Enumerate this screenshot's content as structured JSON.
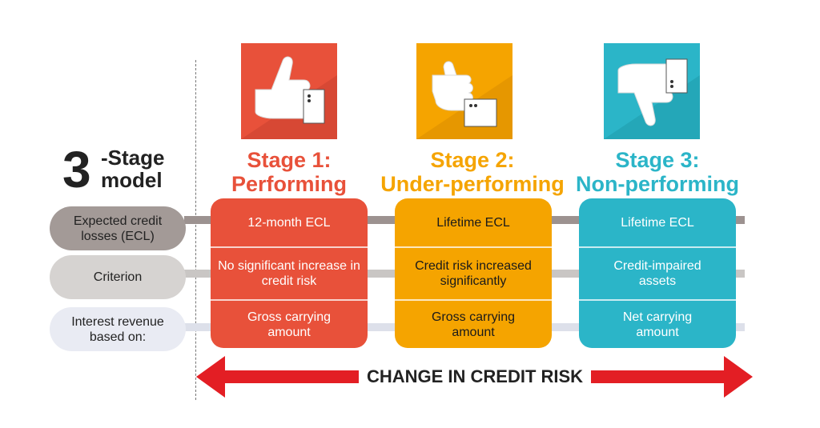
{
  "model": {
    "number": "3",
    "line1": "-Stage",
    "line2": "model"
  },
  "rows": [
    {
      "label": "Expected credit losses (ECL)"
    },
    {
      "label": "Criterion"
    },
    {
      "label": "Interest revenue based on:"
    }
  ],
  "stages": [
    {
      "title_line1": "Stage 1:",
      "title_line2": "Performing",
      "color": "#e8513a",
      "dark": "#c94230",
      "ecl": "12-month ECL",
      "criterion": "No significant increase in credit risk",
      "interest": "Gross carrying amount",
      "icon": "thumbs-up-icon"
    },
    {
      "title_line1": "Stage 2:",
      "title_line2": "Under-performing",
      "color": "#f5a400",
      "dark": "#d98d00",
      "ecl": "Lifetime ECL",
      "criterion": "Credit risk increased significantly",
      "interest": "Gross carrying amount",
      "icon": "thumb-sideways-icon"
    },
    {
      "title_line1": "Stage 3:",
      "title_line2": "Non-performing",
      "color": "#2bb5c8",
      "dark": "#1f9aac",
      "ecl": "Lifetime ECL",
      "criterion": "Credit-impaired assets",
      "interest": "Net carrying amount",
      "icon": "thumbs-down-icon"
    }
  ],
  "arrow": {
    "label": "CHANGE IN CREDIT RISK",
    "color": "#e31e24"
  },
  "colors": {
    "text_dark": "#222222"
  }
}
